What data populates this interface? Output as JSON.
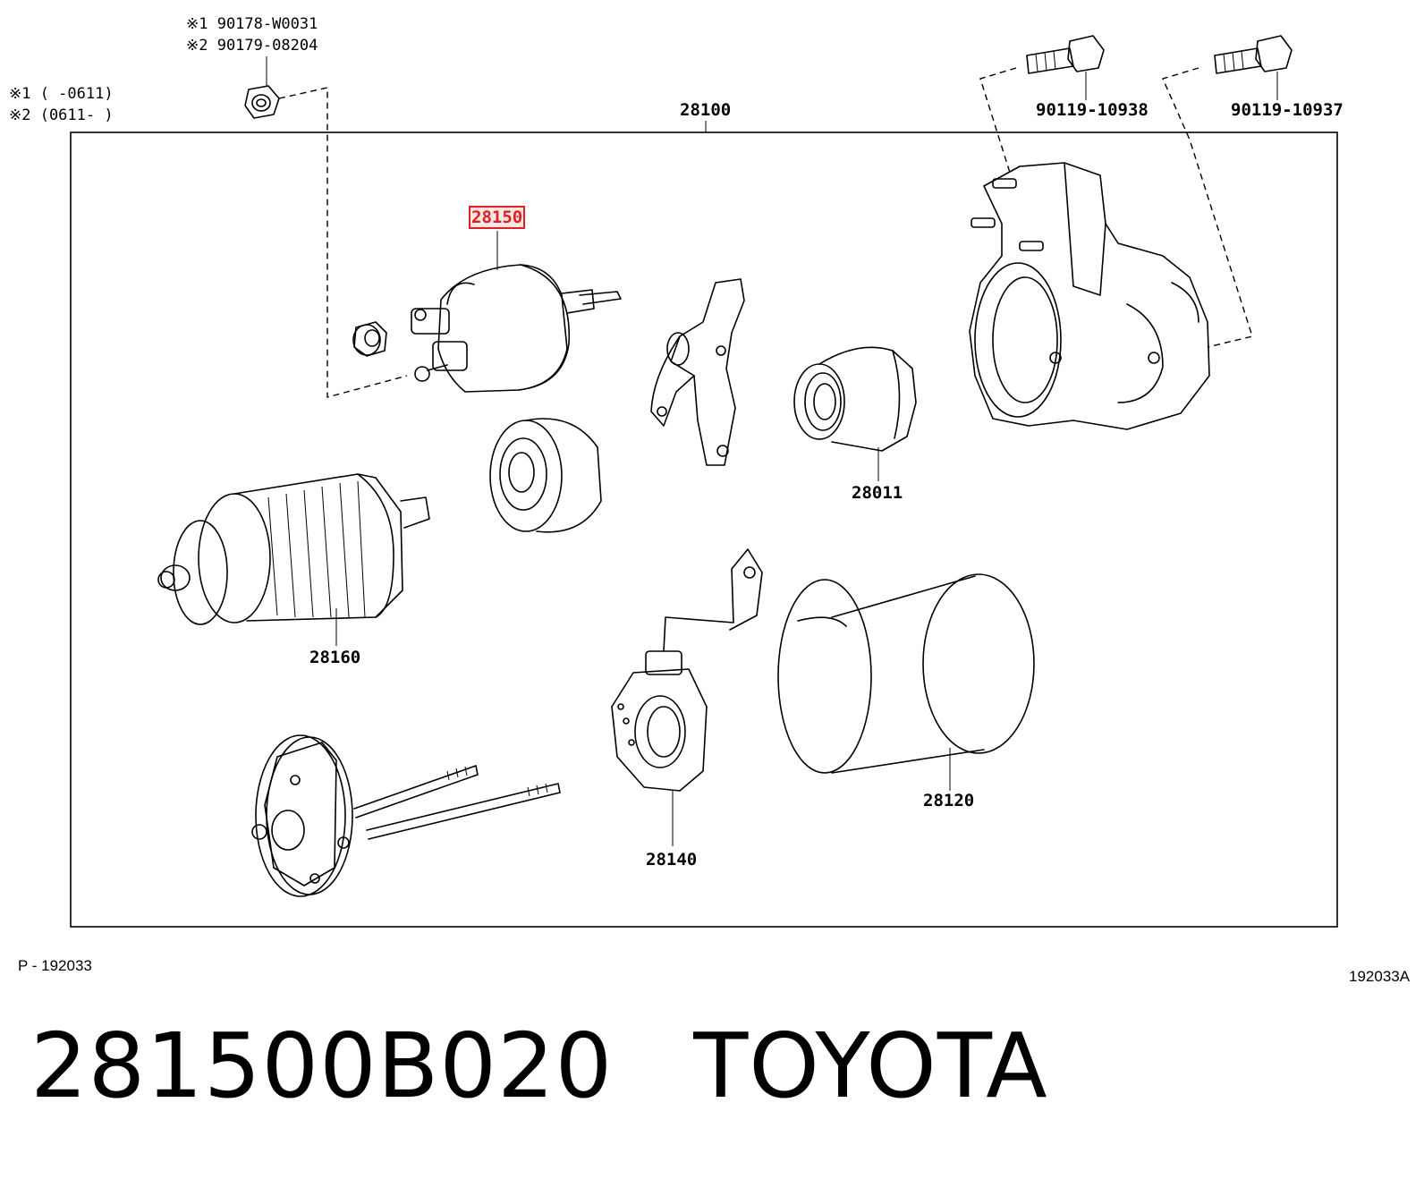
{
  "diagram": {
    "frame_label": "28100",
    "notes": {
      "nut_ref_1": "※1 90178-W0031",
      "nut_ref_2": "※2 90179-08204",
      "range_1": "※1 (         -0611)",
      "range_2": "※2 (0611-         )"
    },
    "callouts": {
      "bolt_a": "90119-10938",
      "bolt_b": "90119-10937",
      "solenoid": "28150",
      "drive_housing_clutch": "28011",
      "armature": "28160",
      "yoke": "28120",
      "brush_holder": "28140"
    },
    "highlighted_part": "28150",
    "highlight_color": "#e02020",
    "illustration_ref_left": "P - 192033",
    "illustration_ref_right": "192033A"
  },
  "caption": {
    "part_number": "281500B020",
    "brand": "TOYOTA"
  }
}
